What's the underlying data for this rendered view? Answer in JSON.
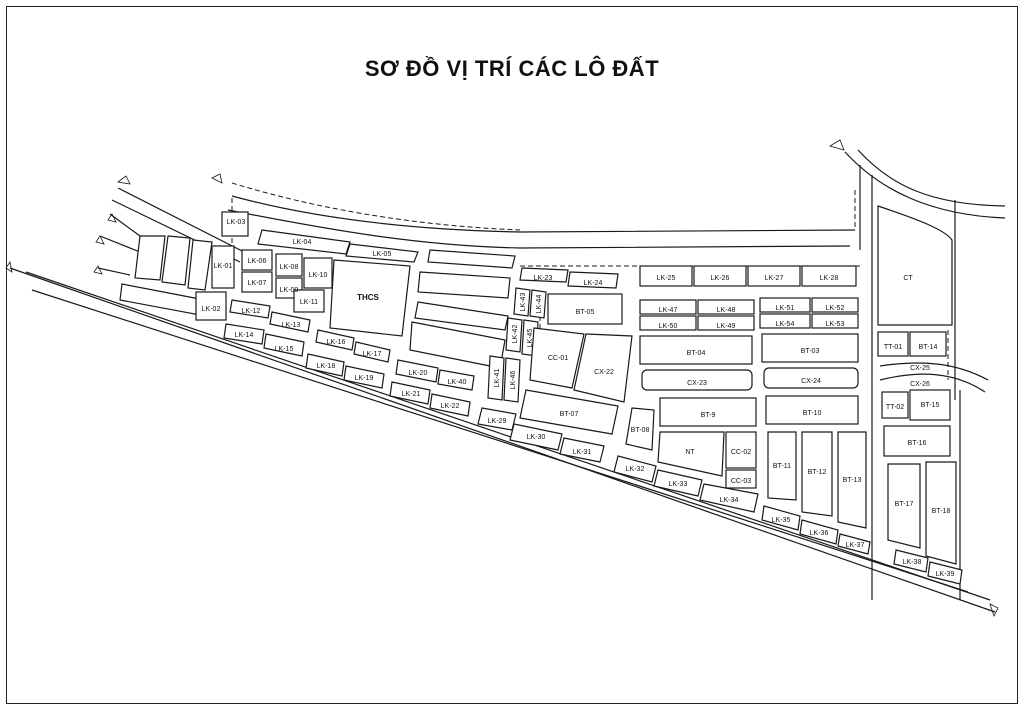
{
  "title": "SƠ ĐỒ VỊ TRÍ CÁC LÔ ĐẤT",
  "lots": [
    {
      "id": "lk01",
      "label": "LK-01"
    },
    {
      "id": "lk02",
      "label": "LK-02"
    },
    {
      "id": "lk03",
      "label": "LK-03"
    },
    {
      "id": "lk04",
      "label": "LK-04"
    },
    {
      "id": "lk05",
      "label": "LK-05"
    },
    {
      "id": "lk06",
      "label": "LK-06"
    },
    {
      "id": "lk07",
      "label": "LK-07"
    },
    {
      "id": "lk08",
      "label": "LK-08"
    },
    {
      "id": "lk09",
      "label": "LK-09"
    },
    {
      "id": "lk10",
      "label": "LK-10"
    },
    {
      "id": "lk11",
      "label": "LK-11"
    },
    {
      "id": "lk12",
      "label": "LK-12"
    },
    {
      "id": "lk13",
      "label": "LK-13"
    },
    {
      "id": "lk14",
      "label": "LK-14"
    },
    {
      "id": "lk15",
      "label": "LK-15"
    },
    {
      "id": "lk16",
      "label": "LK-16"
    },
    {
      "id": "lk17",
      "label": "LK-17"
    },
    {
      "id": "lk18",
      "label": "LK-18"
    },
    {
      "id": "lk19",
      "label": "LK-19"
    },
    {
      "id": "lk20",
      "label": "LK-20"
    },
    {
      "id": "lk21",
      "label": "LK-21"
    },
    {
      "id": "lk22",
      "label": "LK-22"
    },
    {
      "id": "lk23",
      "label": "LK-23"
    },
    {
      "id": "lk24",
      "label": "LK-24"
    },
    {
      "id": "lk25",
      "label": "LK-25"
    },
    {
      "id": "lk26",
      "label": "LK-26"
    },
    {
      "id": "lk27",
      "label": "LK-27"
    },
    {
      "id": "lk28",
      "label": "LK-28"
    },
    {
      "id": "lk29",
      "label": "LK-29"
    },
    {
      "id": "lk30",
      "label": "LK-30"
    },
    {
      "id": "lk31",
      "label": "LK-31"
    },
    {
      "id": "lk32",
      "label": "LK-32"
    },
    {
      "id": "lk33",
      "label": "LK-33"
    },
    {
      "id": "lk34",
      "label": "LK-34"
    },
    {
      "id": "lk35",
      "label": "LK-35"
    },
    {
      "id": "lk36",
      "label": "LK-36"
    },
    {
      "id": "lk37",
      "label": "LK-37"
    },
    {
      "id": "lk38",
      "label": "LK-38"
    },
    {
      "id": "lk39",
      "label": "LK-39"
    },
    {
      "id": "lk40",
      "label": "LK-40"
    },
    {
      "id": "lk41",
      "label": "LK-41"
    },
    {
      "id": "lk42",
      "label": "LK-42"
    },
    {
      "id": "lk43",
      "label": "LK-43"
    },
    {
      "id": "lk44",
      "label": "LK-44"
    },
    {
      "id": "lk45",
      "label": "LK-45"
    },
    {
      "id": "lk46",
      "label": "LK-46"
    },
    {
      "id": "lk47",
      "label": "LK-47"
    },
    {
      "id": "lk48",
      "label": "LK-48"
    },
    {
      "id": "lk49",
      "label": "LK-49"
    },
    {
      "id": "lk50",
      "label": "LK-50"
    },
    {
      "id": "lk51",
      "label": "LK-51"
    },
    {
      "id": "lk52",
      "label": "LK-52"
    },
    {
      "id": "lk53",
      "label": "LK-53"
    },
    {
      "id": "lk54",
      "label": "LK-54"
    },
    {
      "id": "thcs",
      "label": "THCS"
    },
    {
      "id": "bt05",
      "label": "BT-05"
    },
    {
      "id": "bt04",
      "label": "BT-04"
    },
    {
      "id": "bt03",
      "label": "BT-03"
    },
    {
      "id": "cc01",
      "label": "CC-01"
    },
    {
      "id": "cx22",
      "label": "CX-22"
    },
    {
      "id": "cx23",
      "label": "CX-23"
    },
    {
      "id": "cx24",
      "label": "CX-24"
    },
    {
      "id": "bt07",
      "label": "BT-07"
    },
    {
      "id": "bt08",
      "label": "BT-08"
    },
    {
      "id": "bt9",
      "label": "BT-9"
    },
    {
      "id": "bt10",
      "label": "BT-10"
    },
    {
      "id": "nt",
      "label": "NT"
    },
    {
      "id": "cc02",
      "label": "CC-02"
    },
    {
      "id": "cc03",
      "label": "CC-03"
    },
    {
      "id": "bt11",
      "label": "BT-11"
    },
    {
      "id": "bt12",
      "label": "BT-12"
    },
    {
      "id": "bt13",
      "label": "BT-13"
    },
    {
      "id": "ct",
      "label": "CT"
    },
    {
      "id": "tt01",
      "label": "TT-01"
    },
    {
      "id": "bt14",
      "label": "BT-14"
    },
    {
      "id": "cx25",
      "label": "CX-25"
    },
    {
      "id": "cx26",
      "label": "CX-26"
    },
    {
      "id": "tt02",
      "label": "TT-02"
    },
    {
      "id": "bt15",
      "label": "BT-15"
    },
    {
      "id": "bt16",
      "label": "BT-16"
    },
    {
      "id": "bt17",
      "label": "BT-17"
    },
    {
      "id": "bt18",
      "label": "BT-18"
    }
  ]
}
